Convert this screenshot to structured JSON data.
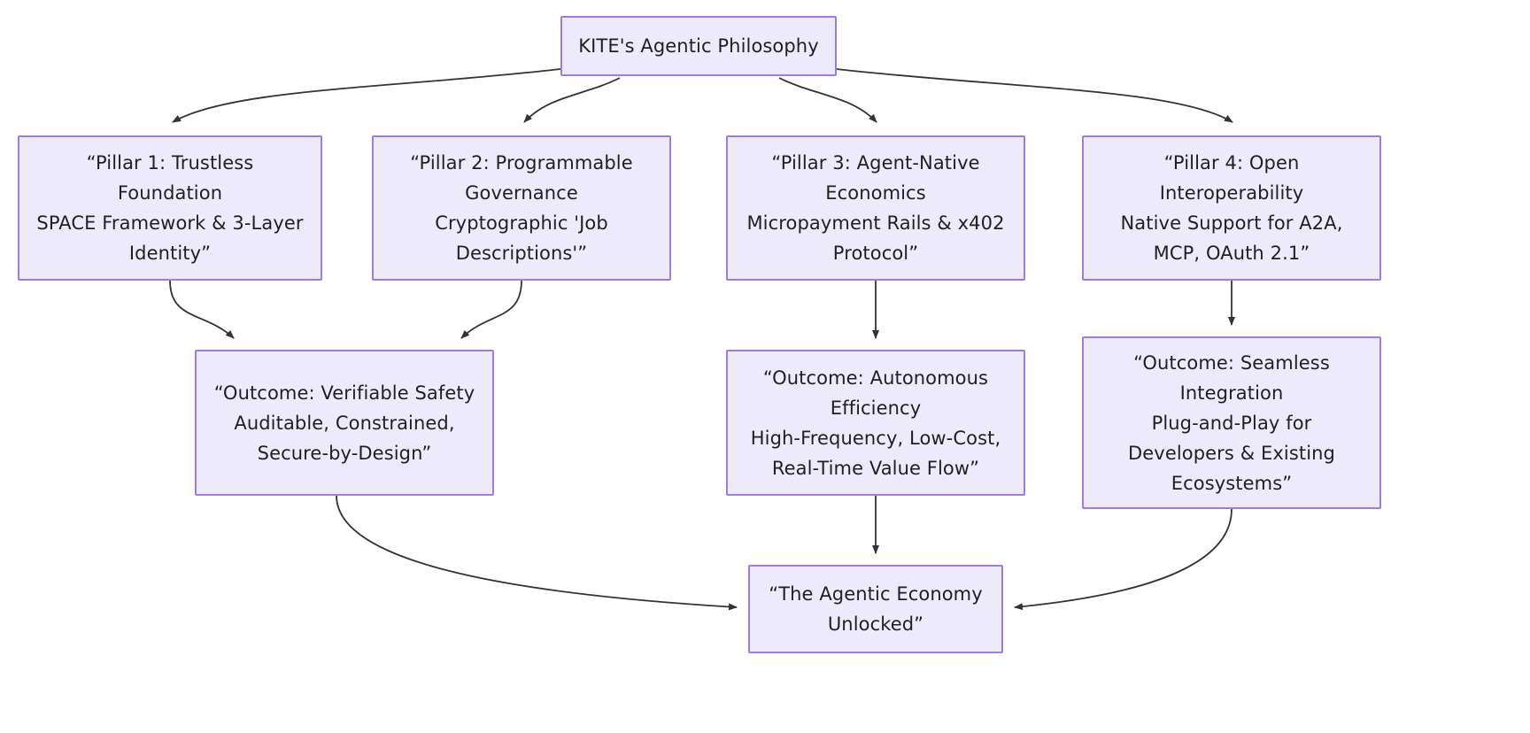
{
  "diagram": {
    "type": "flowchart",
    "direction": "top-down",
    "title": "KITE's Agentic Philosophy",
    "colors": {
      "node_fill": "#ECEAFB",
      "node_border": "#9D7DE3",
      "edge_stroke": "#333333",
      "text": "#1f2020",
      "background": "#ffffff"
    },
    "nodes": [
      {
        "id": "root",
        "label": "KITE's Agentic Philosophy"
      },
      {
        "id": "p1",
        "label": "“Pillar 1: Trustless Foundation\nSPACE Framework & 3-Layer Identity”"
      },
      {
        "id": "p2",
        "label": "“Pillar 2: Programmable Governance\nCryptographic 'Job Descriptions'”"
      },
      {
        "id": "p3",
        "label": "“Pillar 3: Agent-Native Economics\nMicropayment Rails & x402 Protocol”"
      },
      {
        "id": "p4",
        "label": "“Pillar 4: Open Interoperability\nNative Support for A2A, MCP, OAuth 2.1”"
      },
      {
        "id": "o1",
        "label": "“Outcome: Verifiable Safety\nAuditable, Constrained, Secure-by-Design”"
      },
      {
        "id": "o2",
        "label": "“Outcome: Autonomous Efficiency\nHigh-Frequency, Low-Cost, Real-Time Value Flow”"
      },
      {
        "id": "o3",
        "label": "“Outcome: Seamless Integration\nPlug-and-Play for Developers & Existing Ecosystems”"
      },
      {
        "id": "final",
        "label": "“The Agentic Economy Unlocked”"
      }
    ],
    "edges": [
      {
        "from": "root",
        "to": "p1"
      },
      {
        "from": "root",
        "to": "p2"
      },
      {
        "from": "root",
        "to": "p3"
      },
      {
        "from": "root",
        "to": "p4"
      },
      {
        "from": "p1",
        "to": "o1"
      },
      {
        "from": "p2",
        "to": "o1"
      },
      {
        "from": "p3",
        "to": "o2"
      },
      {
        "from": "p4",
        "to": "o3"
      },
      {
        "from": "o1",
        "to": "final"
      },
      {
        "from": "o2",
        "to": "final"
      },
      {
        "from": "o3",
        "to": "final"
      }
    ]
  }
}
